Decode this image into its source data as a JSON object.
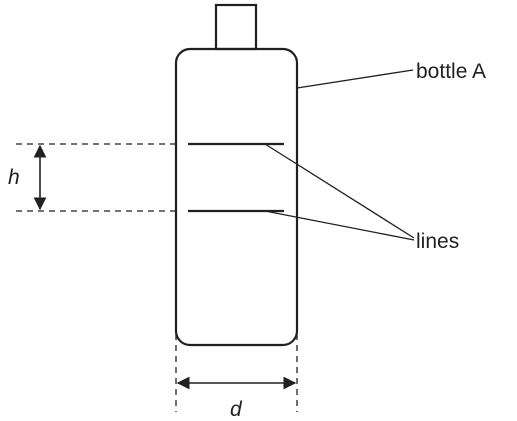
{
  "diagram": {
    "labels": {
      "bottle": "bottle A",
      "lines": "lines",
      "height_symbol": "h",
      "diameter_symbol": "d"
    },
    "colors": {
      "ink": "#231f20",
      "background": "#ffffff"
    }
  }
}
